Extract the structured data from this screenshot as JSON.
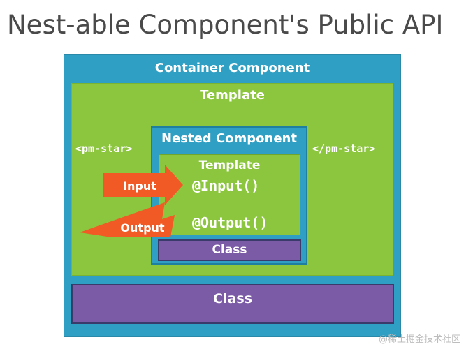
{
  "title": "Nest-able Component's Public API",
  "container": {
    "label": "Container Component"
  },
  "outer_template": {
    "label": "Template",
    "open_tag": "<pm-star>",
    "close_tag": "</pm-star>"
  },
  "nested": {
    "label": "Nested Component",
    "template": {
      "label": "Template",
      "input_decorator": "@Input()",
      "output_decorator": "@Output()"
    },
    "class_label": "Class"
  },
  "outer_class": {
    "label": "Class"
  },
  "arrows": {
    "input_label": "Input",
    "output_label": "Output",
    "color": "#f15a24"
  },
  "watermark": "@稀土掘金技术社区",
  "colors": {
    "container": "#2f9fc3",
    "template": "#8cc63f",
    "class": "#7b5aa6",
    "title": "#4a4a4a"
  }
}
